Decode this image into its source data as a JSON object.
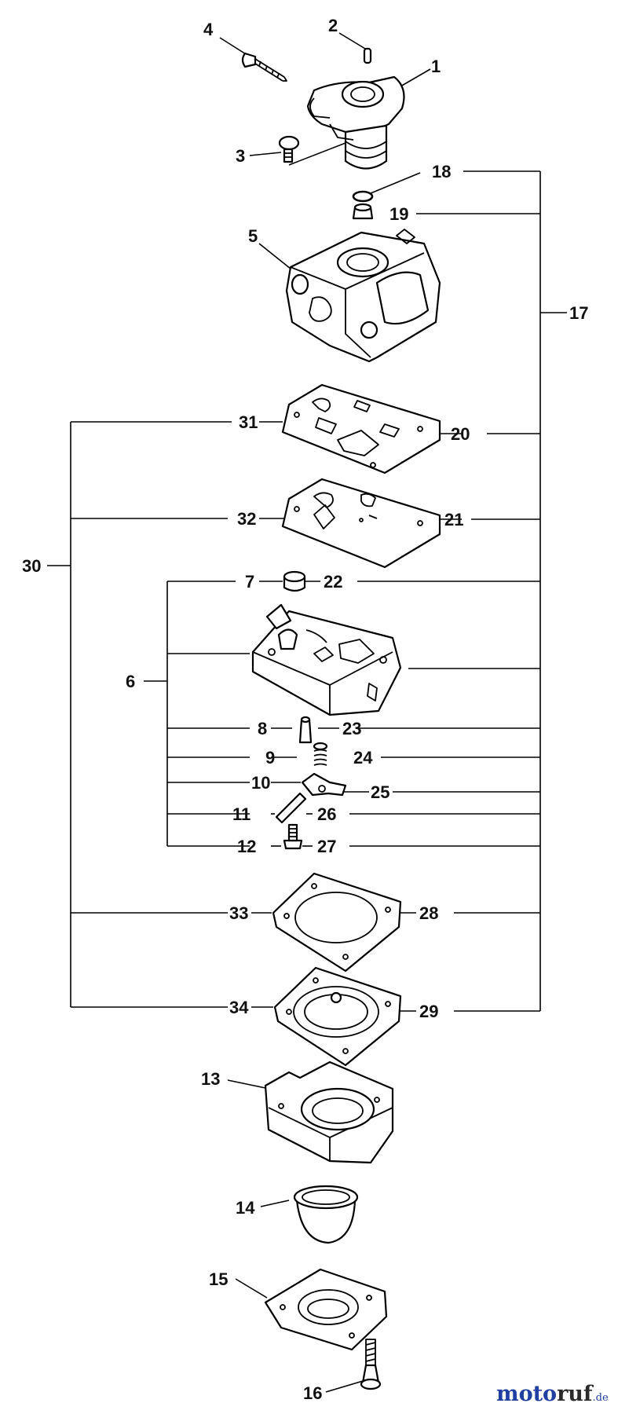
{
  "labels": {
    "l1": "1",
    "l2": "2",
    "l3": "3",
    "l4": "4",
    "l5": "5",
    "l6": "6",
    "l7": "7",
    "l8": "8",
    "l9": "9",
    "l10": "10",
    "l11": "11",
    "l12": "12",
    "l13": "13",
    "l14": "14",
    "l15": "15",
    "l16": "16",
    "l17": "17",
    "l18": "18",
    "l19": "19",
    "l20": "20",
    "l21": "21",
    "l22": "22",
    "l23": "23",
    "l24": "24",
    "l25": "25",
    "l26": "26",
    "l27": "27",
    "l28": "28",
    "l29": "29",
    "l30": "30",
    "l31": "31",
    "l32": "32",
    "l33": "33",
    "l34": "34"
  },
  "brand": {
    "name_part1": "moto",
    "name_part2": "ruf",
    "tld": ".de"
  },
  "colors": {
    "brand_blue": "#1f3fa3",
    "brand_dark": "#2a2a2a"
  }
}
